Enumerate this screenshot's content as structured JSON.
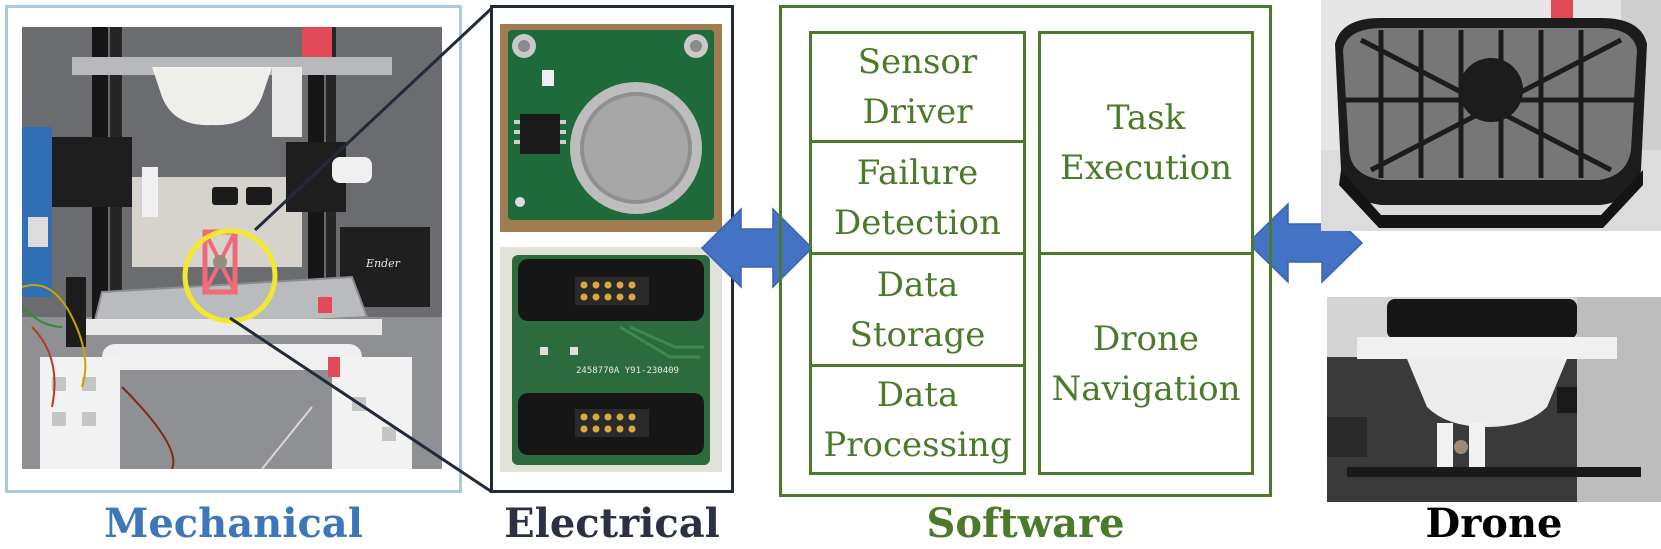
{
  "panels": {
    "mechanical": {
      "label": "Mechanical",
      "logo_text": "Ender"
    },
    "electrical": {
      "label": "Electrical",
      "pcb_code": "2458770A Y91-230409"
    },
    "software": {
      "label": "Software",
      "left_modules": [
        "Sensor\nDriver",
        "Failure\nDetection",
        "Data\nStorage",
        "Data\nProcessing"
      ],
      "right_modules": [
        "Task\nExecution",
        "Drone\nNavigation"
      ]
    },
    "drone": {
      "label": "Drone"
    }
  },
  "colors": {
    "mechanical": "#3d77ba",
    "electrical": "#2b3140",
    "software": "#4a7a2a",
    "drone": "#000000",
    "arrow": "#4472c4",
    "highlight": "#f2e830",
    "part": "#ef6b7b"
  }
}
